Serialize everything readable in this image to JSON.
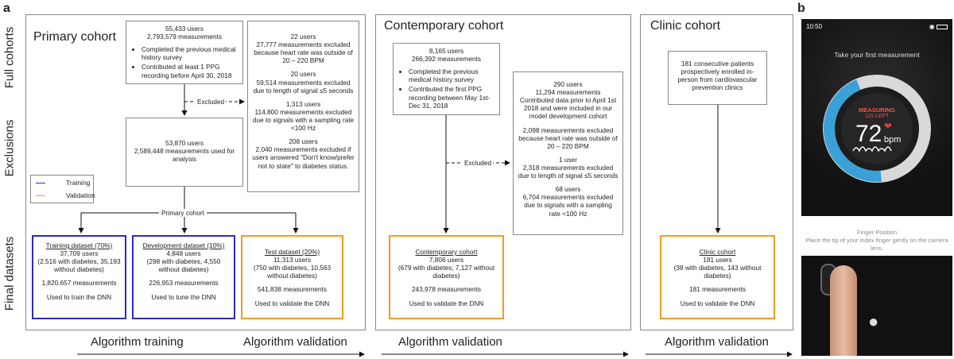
{
  "panels": {
    "a": "a",
    "b": "b"
  },
  "row_labels": {
    "full": "Full cohorts",
    "exclusions": "Exclusions",
    "final": "Final datasets"
  },
  "primary": {
    "title": "Primary cohort",
    "top_box": {
      "line1": "55,433 users",
      "line2": "2,793,579 measurements",
      "bullet1": "Completed the previous medical history survey",
      "bullet2": "Contributed at least 1 PPG recording before April 30, 2018"
    },
    "excluded_label": "Excluded",
    "exclusion_box": {
      "e1a": "22 users",
      "e1b": "27,777 measurements excluded because heart rate was outside of 20 – 220 BPM",
      "e2a": "20 users",
      "e2b": "59,514 measurements excluded due to length of signal ≤5 seconds",
      "e3a": "1,313 users",
      "e3b": "114,800 measurements excluded due to signals with a sampling rate <100 Hz",
      "e4a": "208 users",
      "e4b": "2,040 measurements excluded if users answered \"Don't know/prefer not to state\" to diabetes status."
    },
    "mid_box": {
      "line1": "53,870 users",
      "line2": "2,589,448 measurements used for analysis"
    },
    "legend": {
      "training": "Training",
      "validation": "Validation"
    },
    "split_label": "Primary cohort",
    "training": {
      "title": "Training dataset (70%)",
      "l1": "37,709 users",
      "l2": "(2,516 with diabetes, 35,193 without diabetes)",
      "l3": "1,820,657 measurements",
      "l4": "Used to train the DNN"
    },
    "development": {
      "title": "Development dataset (10%)",
      "l1": "4,848 users",
      "l2": "(298 with diabetes, 4,550 without diabetes)",
      "l3": "226,953 measurements",
      "l4": "Used to tune the DNN"
    },
    "test": {
      "title": "Test dataset (20%)",
      "l1": "11,313 users",
      "l2": "(750 with diabetes, 10,563 without diabetes)",
      "l3": "541,838 measurements",
      "l4": "Used to validate the DNN"
    }
  },
  "contemporary": {
    "title": "Contemporary cohort",
    "top_box": {
      "line1": "8,165 users",
      "line2": "266,392 measurements",
      "bullet1": "Completed the previous medical history survey",
      "bullet2": "Contributed the first PPG recording between May 1st-Dec 31, 2018"
    },
    "excluded_label": "Excluded",
    "exclusion_box": {
      "e1a": "290 users",
      "e1b": "11,294 measurements Contributed data prior to April 1st 2018 and were included in our model development cohort",
      "e2b": "2,098 measurements excluded because heart rate was outside of 20 – 220 BPM",
      "e3a": "1 user",
      "e3b": "2,318 measurements excluded due to length of signal ≤5 seconds",
      "e4a": "68 users",
      "e4b": "6,704 measurements excluded due to signals with a sampling rate <100 Hz"
    },
    "final": {
      "title": "Contemporary cohort",
      "l1": "7,806 users",
      "l2": "(679 with diabetes; 7,127 without diabetes)",
      "l3": "243,978 measurements",
      "l4": "Used to validate the DNN"
    }
  },
  "clinic": {
    "title": "Clinic cohort",
    "top_box": {
      "text": "181 consecutive patients prospectively enrolled in-person from cardiovascular prevention clinics"
    },
    "final": {
      "title": "Clinic cohort",
      "l1": "181 users",
      "l2": "(38 with diabetes, 143 without diabetes)",
      "l3": "181 measurements",
      "l4": "Used to validate the DNN"
    }
  },
  "bottom": {
    "training": "Algorithm training",
    "validation1": "Algorithm validation",
    "validation2": "Algorithm validation",
    "validation3": "Algorithm validation"
  },
  "phone": {
    "time": "10:50",
    "prompt": "Take your first measurement",
    "measuring": "MEASURING",
    "left": "12s LEFT",
    "bpm_value": "72",
    "bpm_unit": "bpm",
    "finger_title": "Finger Position",
    "finger_text": "Place the tip of your index finger gently on the camera lens."
  },
  "colors": {
    "training": "#2b2bc2",
    "validation": "#f59a23",
    "ring": "#3aa0d8"
  }
}
